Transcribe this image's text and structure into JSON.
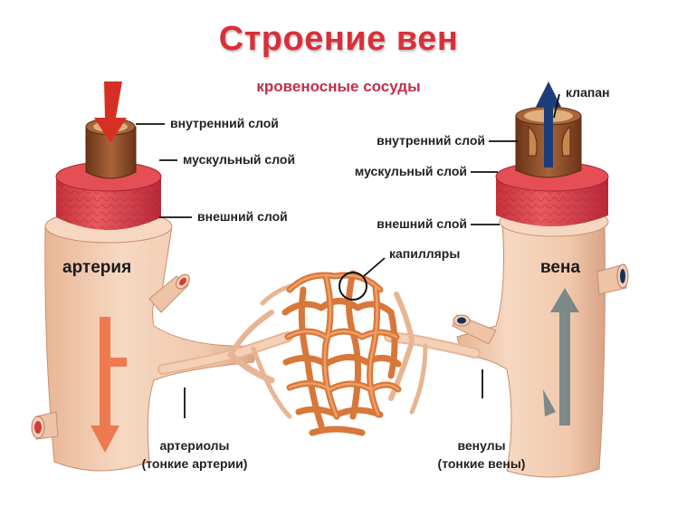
{
  "header": {
    "title": "Строение вен",
    "subtitle": "кровеносные сосуды"
  },
  "labels": {
    "artery_inner": "внутренний слой",
    "artery_muscle": "мускульный слой",
    "artery_outer": "внешний слой",
    "valve": "клапан",
    "vein_inner": "внутренний слой",
    "vein_muscle": "мускульный слой",
    "vein_outer": "внешний слой",
    "capillaries": "капилляры",
    "artery": "артерия",
    "vein": "вена",
    "arterioles_line1": "артериолы",
    "arterioles_line2": "(тонкие артерии)",
    "venules_line1": "венулы",
    "venules_line2": "(тонкие вены)"
  },
  "colors": {
    "title": "#d8303a",
    "vessel": "#f1c9ad",
    "vessel_shade": "#d9a386",
    "muscle": "#d9434b",
    "inner": "#8a4a25",
    "capillary": "#d8773a",
    "artery_arrow": "#e2451f",
    "vein_arrow": "#5f7780",
    "valve_arrow": "#1d3d7a"
  }
}
